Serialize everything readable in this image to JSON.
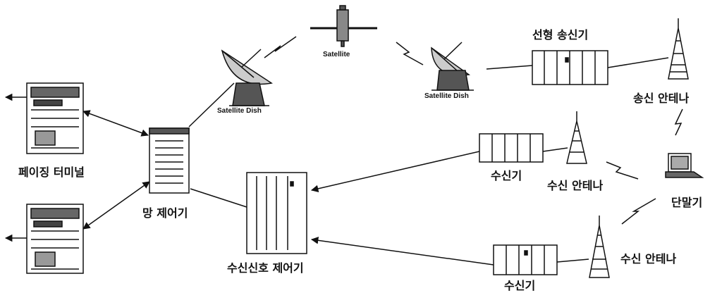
{
  "labels": {
    "satellite": "Satellite",
    "dish_left": "Satellite Dish",
    "dish_right": "Satellite Dish",
    "linear_transmitter": "선형 송신기",
    "tx_antenna": "송신 안테나",
    "paging_terminal": "페이징 터미널",
    "network_controller": "망 제어기",
    "receiver_mid": "수신기",
    "rx_antenna_mid": "수신 안테나",
    "terminal": "단말기",
    "rx_signal_controller": "수신신호 제어기",
    "receiver_bottom": "수신기",
    "rx_antenna_bottom": "수신 안테나"
  }
}
